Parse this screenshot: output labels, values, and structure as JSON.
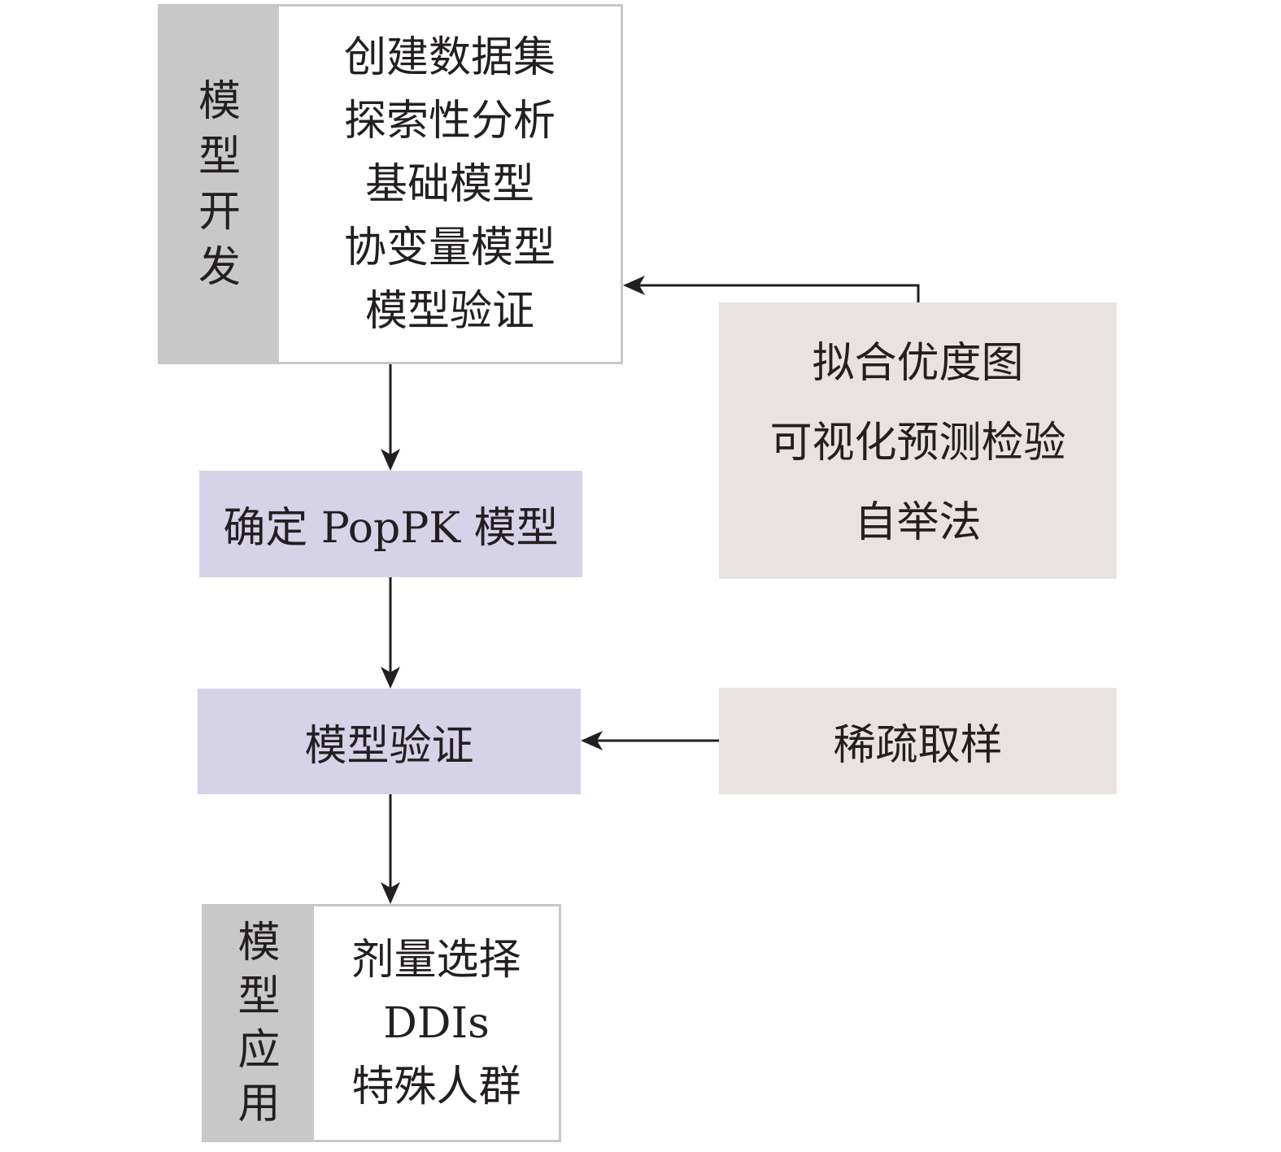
{
  "development": {
    "side_label": [
      "模",
      "型",
      "开",
      "发"
    ],
    "steps": [
      "创建数据集",
      "探索性分析",
      "基础模型",
      "协变量模型",
      "模型验证"
    ]
  },
  "final_model": {
    "label": "确定 PopPK 模型"
  },
  "validation": {
    "label": "模型验证"
  },
  "diagnostics": {
    "items": [
      "拟合优度图",
      "可视化预测检验",
      "自举法"
    ]
  },
  "sparse": {
    "label": "稀疏取样"
  },
  "application": {
    "side_label": [
      "模",
      "型",
      "应",
      "用"
    ],
    "items": [
      "剂量选择",
      "DDIs",
      "特殊人群"
    ]
  },
  "colors": {
    "side_gray": "#c8c8c8",
    "lavender": "#d6d3e8",
    "beige": "#e8e3e0",
    "border": "#c8c8c8",
    "arrow": "#231f20"
  }
}
